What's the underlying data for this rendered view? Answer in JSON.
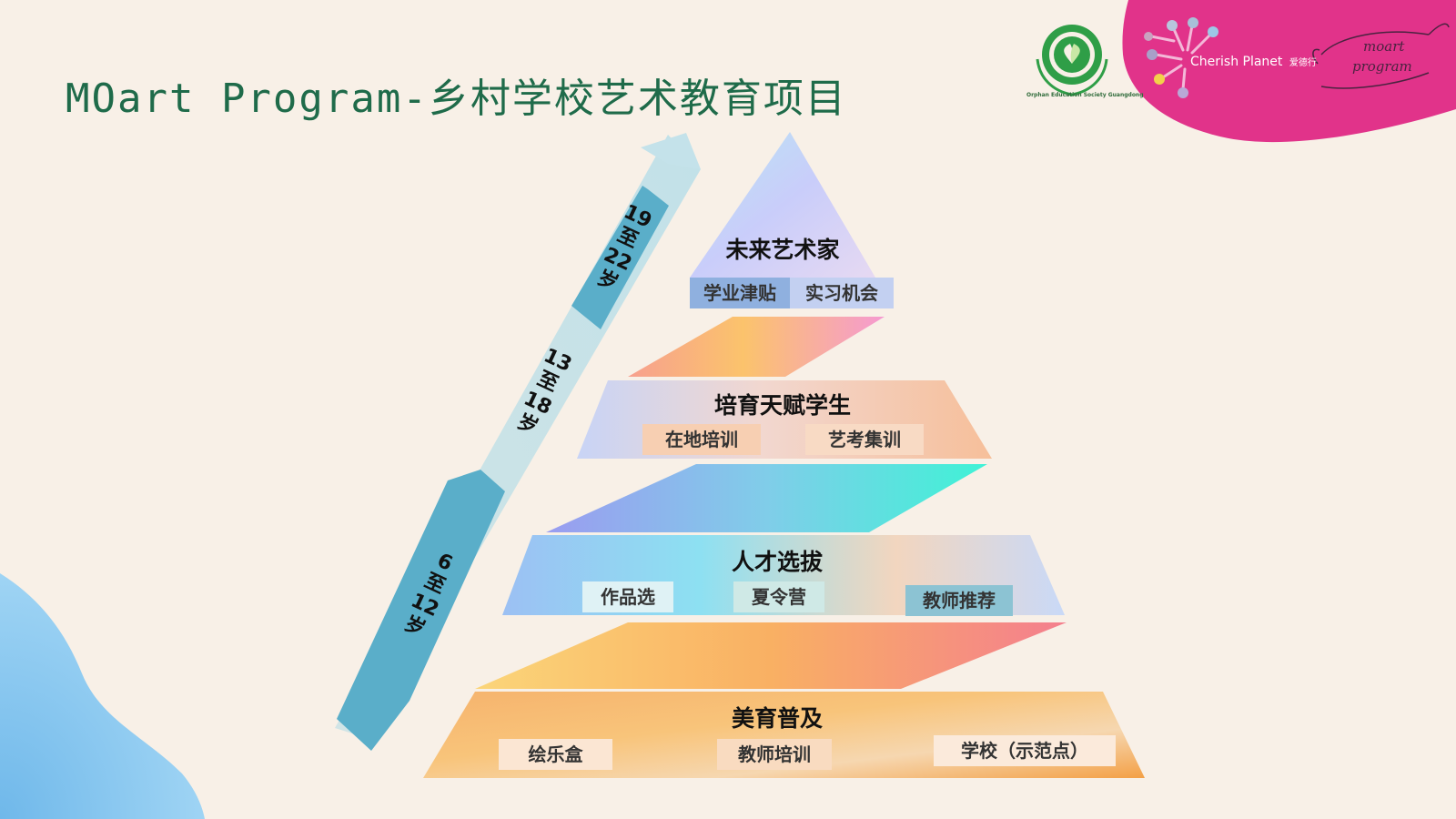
{
  "title": "MOart Program-乡村学校艺术教育项目",
  "logo": {
    "org_caption": "Orphan Education Society Guangdong",
    "brand_name": "Cherish Planet",
    "brand_cn": "爱德行",
    "moart_sign_line1": "moart",
    "moart_sign_line2": "program"
  },
  "age_stages": [
    {
      "from": "6",
      "sep": "至",
      "to": "12",
      "unit": "岁"
    },
    {
      "from": "13",
      "sep": "至",
      "to": "18",
      "unit": "岁"
    },
    {
      "from": "19",
      "sep": "至",
      "to": "22",
      "unit": "岁"
    }
  ],
  "tiers": [
    {
      "title": "未来艺术家",
      "items": [
        "学业津贴",
        "实习机会"
      ]
    },
    {
      "title": "培育天赋学生",
      "items": [
        "在地培训",
        "艺考集训"
      ]
    },
    {
      "title": "人才选拔",
      "items": [
        "作品选",
        "夏令营",
        "教师推荐"
      ]
    },
    {
      "title": "美育普及",
      "items": [
        "绘乐盒",
        "教师培训",
        "学校（示范点）"
      ]
    }
  ],
  "colors": {
    "title": "#1f6b4a",
    "background": "#f8f0e7",
    "pink_blob": "#e1338a",
    "blue_blob": "#7cc4ef",
    "arrow_teal": "#5aaec9"
  }
}
